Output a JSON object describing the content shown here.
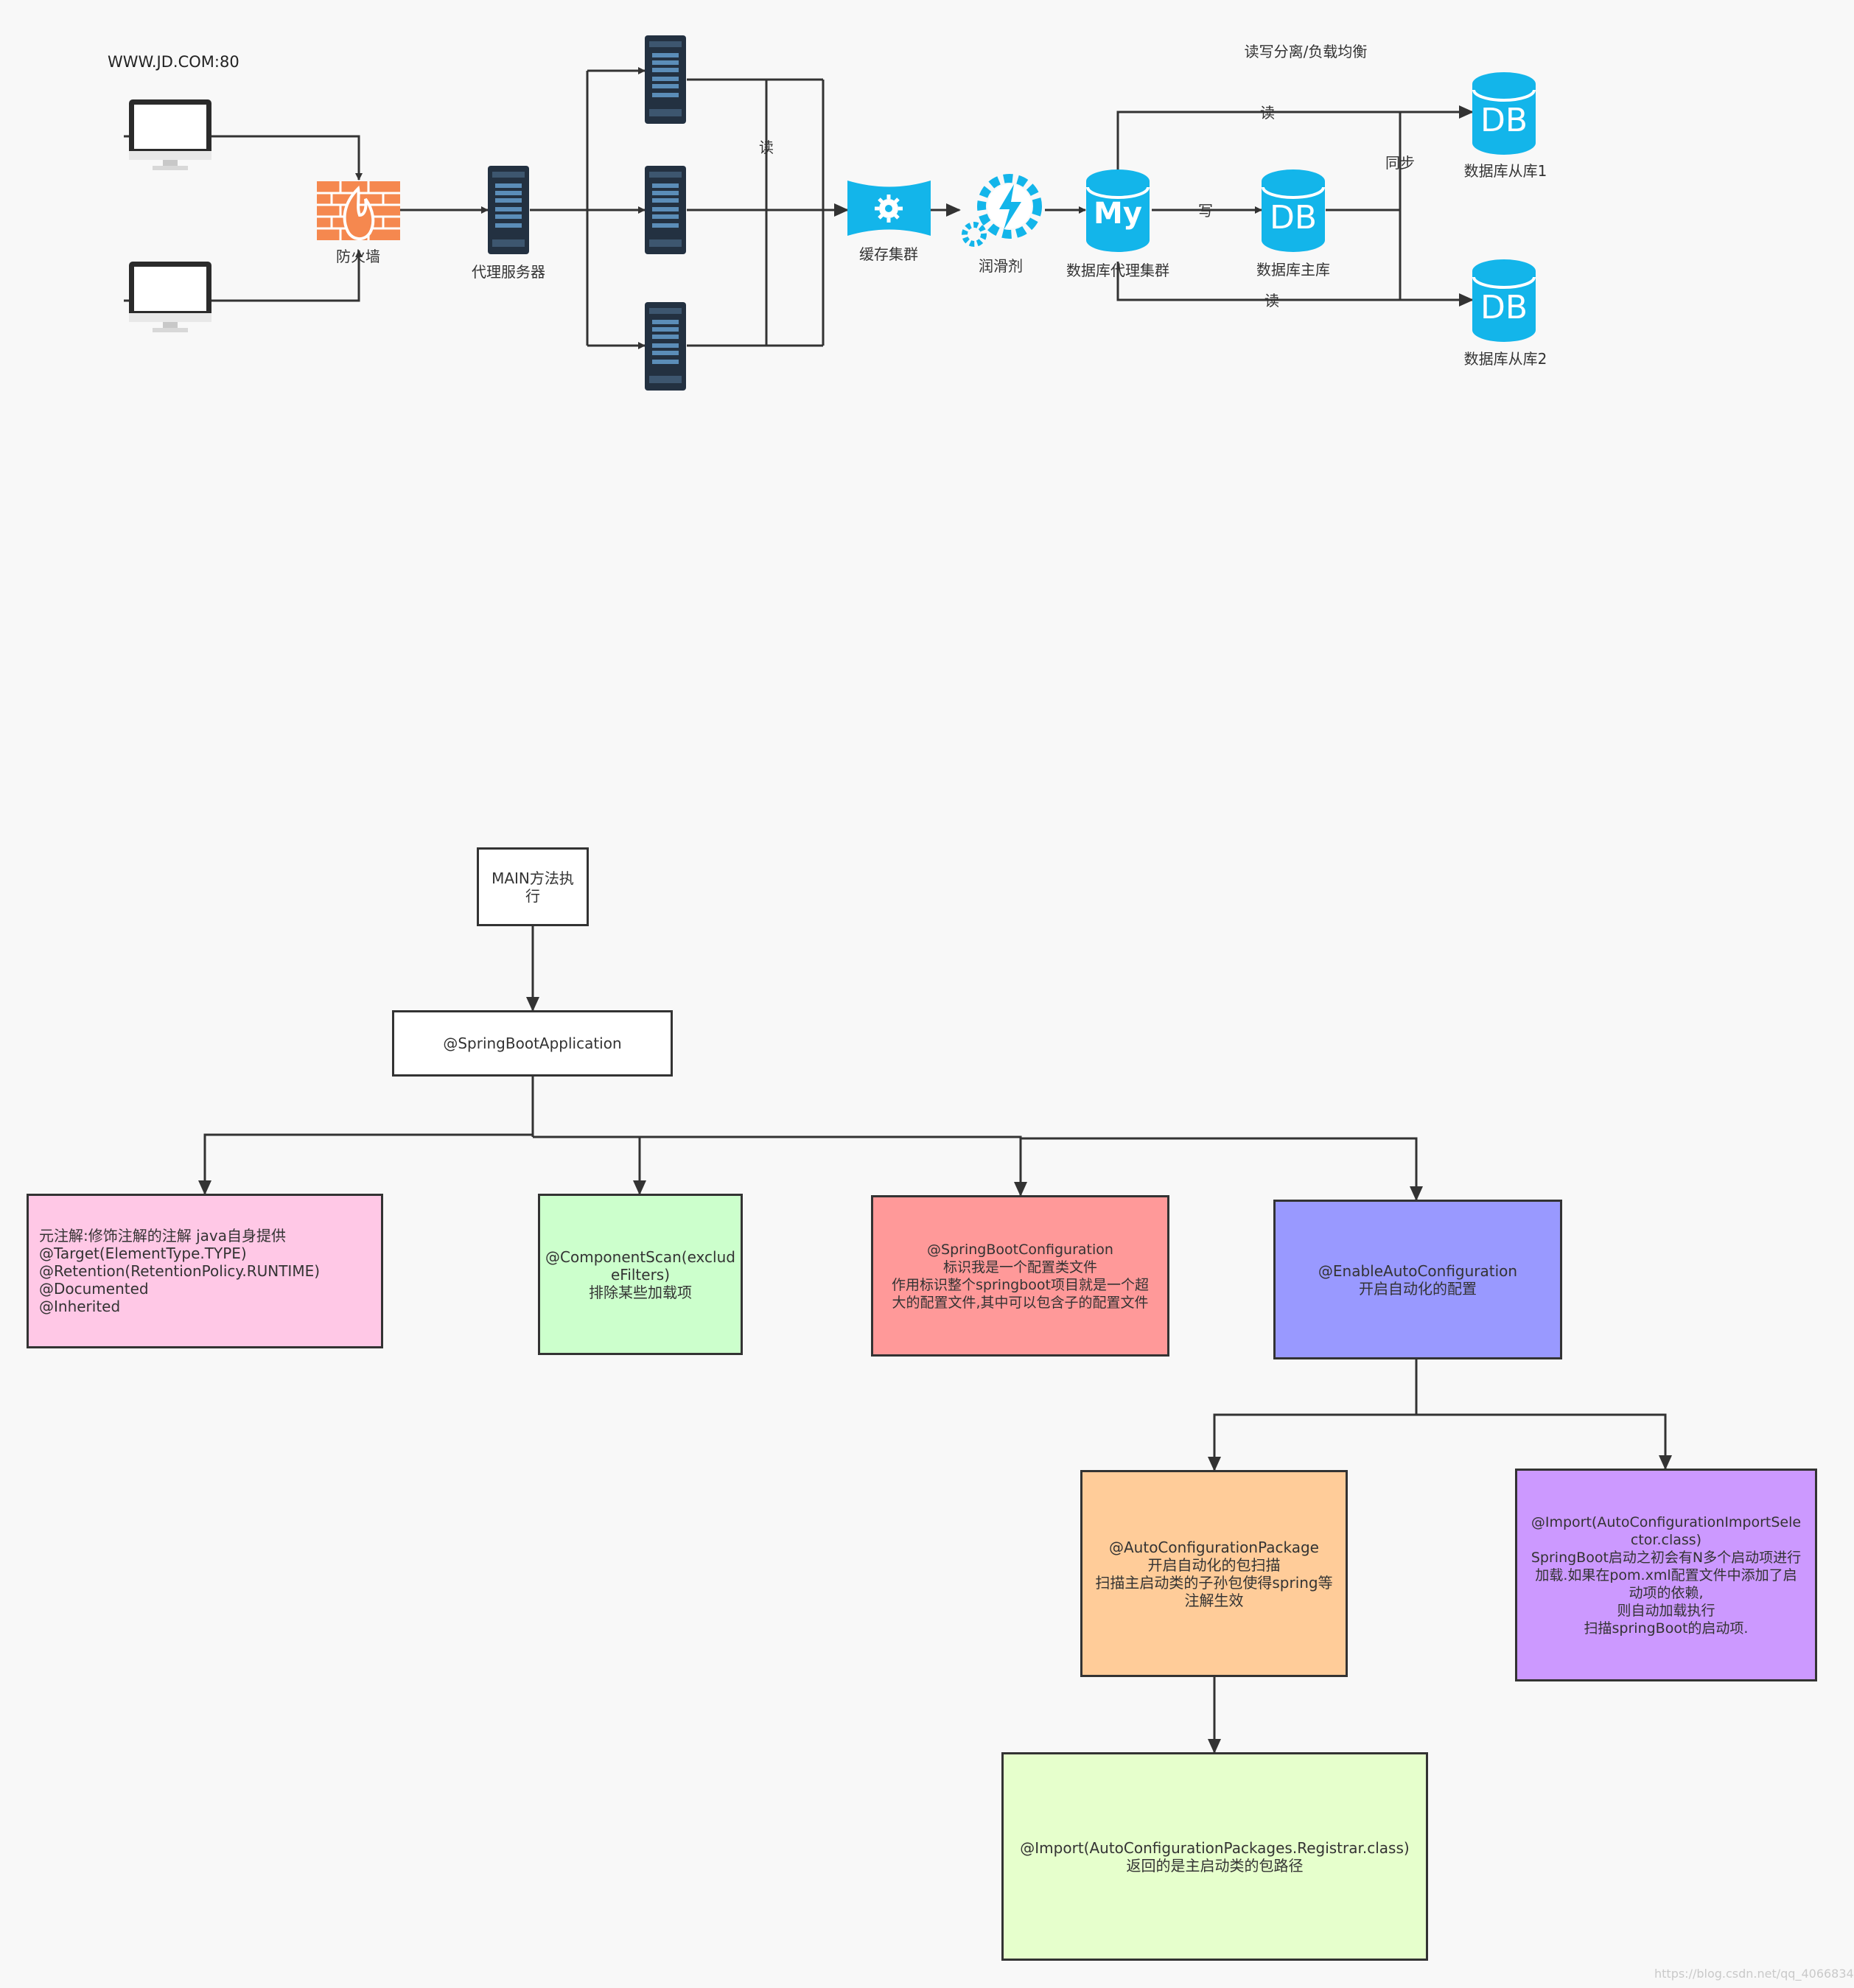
{
  "network": {
    "domain_label": "WWW.JD.COM:80",
    "firewall_label": "防火墙",
    "proxy_label": "代理服务器",
    "read_label_servers": "读",
    "cache_label": "缓存集群",
    "lubricant_label": "润滑剂",
    "db_proxy_label": "数据库代理集群",
    "mysql_text": "My",
    "write_label": "写",
    "db_master_label": "数据库主库",
    "db_icon_text": "DB",
    "rw_split_label": "读写分离/负载均衡",
    "read_label_top": "读",
    "read_label_bottom": "读",
    "sync_label": "同步",
    "db_slave1_label": "数据库从库1",
    "db_slave2_label": "数据库从库2"
  },
  "flow": {
    "main_box": "MAIN方法执\n行",
    "spring_app_box": "@SpringBootApplication",
    "meta_box": "元注解:修饰注解的注解 java自身提供\n@Target(ElementType.TYPE)\n@Retention(RetentionPolicy.RUNTIME)\n@Documented\n@Inherited",
    "component_scan_box": "@ComponentScan(exclud\neFilters)\n排除某些加载项",
    "spring_config_box": "@SpringBootConfiguration\n标识我是一个配置类文件\n作用标识整个springboot项目就是一个超\n大的配置文件,其中可以包含子的配置文件",
    "enable_auto_box": "@EnableAutoConfiguration\n开启自动化的配置",
    "auto_package_box": "@AutoConfigurationPackage\n开启自动化的包扫描\n扫描主启动类的子孙包使得spring等\n注解生效",
    "import_selector_box": "@Import(AutoConfigurationImportSele\nctor.class)\nSpringBoot启动之初会有N多个启动项进行\n加载.如果在pom.xml配置文件中添加了启\n动项的依赖,\n则自动加载执行\n扫描springBoot的启动项.",
    "import_registrar_box": "@Import(AutoConfigurationPackages.Registrar.class)\n返回的是主启动类的包路径"
  },
  "watermark": "https://blog.csdn.net/qq_4066834",
  "colors": {
    "pink": "#ffc8e6",
    "green": "#ccffcc",
    "red": "#ff9999",
    "blue": "#9999ff",
    "orange": "#ffcc99",
    "purple": "#cc99ff",
    "lime": "#e6ffcc",
    "db_blue": "#13b5ea",
    "firewall": "#f5884f",
    "server_dark": "#233141"
  }
}
